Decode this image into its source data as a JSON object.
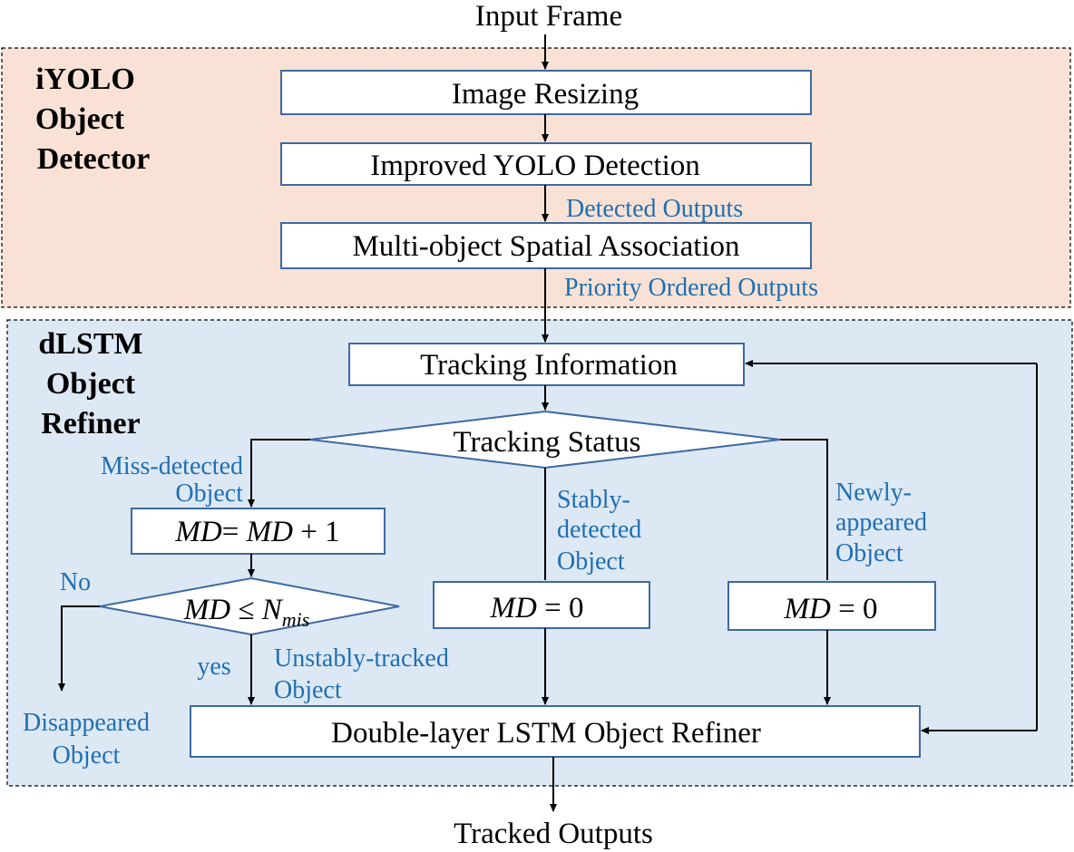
{
  "colors": {
    "detector_bg": "#f9e2d5",
    "refiner_bg": "#dde8f5",
    "box_border": "#3d6aa0",
    "blue_text": "#1f6fb2",
    "line": "#000000"
  },
  "input_label": "Input Frame",
  "output_label": "Tracked Outputs",
  "detector": {
    "title_lines": [
      "iYOLO",
      "Object",
      "Detector"
    ],
    "box_resize": "Image Resizing",
    "box_yolo": "Improved YOLO Detection",
    "box_assoc": "Multi-object Spatial Association",
    "label_detected": "Detected Outputs",
    "label_priority": "Priority Ordered Outputs"
  },
  "refiner": {
    "title_lines": [
      "dLSTM",
      "Object",
      "Refiner"
    ],
    "box_tracking_info": "Tracking Information",
    "diamond_status": "Tracking Status",
    "miss_detected_lines": [
      "Miss-detected",
      "Object"
    ],
    "stably_detected_lines": [
      "Stably-",
      "detected",
      "Object"
    ],
    "newly_appeared_lines": [
      "Newly-",
      "appeared",
      "Object"
    ],
    "box_md_inc_italic": "MD",
    "box_md_inc_mid": "= ",
    "box_md_inc_italic2": "MD",
    "box_md_inc_tail": " + 1",
    "diamond_md_italic": "MD",
    "diamond_md_op": " ≤ ",
    "diamond_md_n": "N",
    "diamond_md_sub": "mis",
    "box_md_zero_italic": "MD",
    "box_md_zero_tail": " = 0",
    "label_no": "No",
    "label_yes": "yes",
    "disappeared_lines": [
      "Disappeared",
      "Object"
    ],
    "unstably_lines": [
      "Unstably-tracked",
      "Object"
    ],
    "box_lstm": "Double-layer LSTM Object Refiner"
  }
}
